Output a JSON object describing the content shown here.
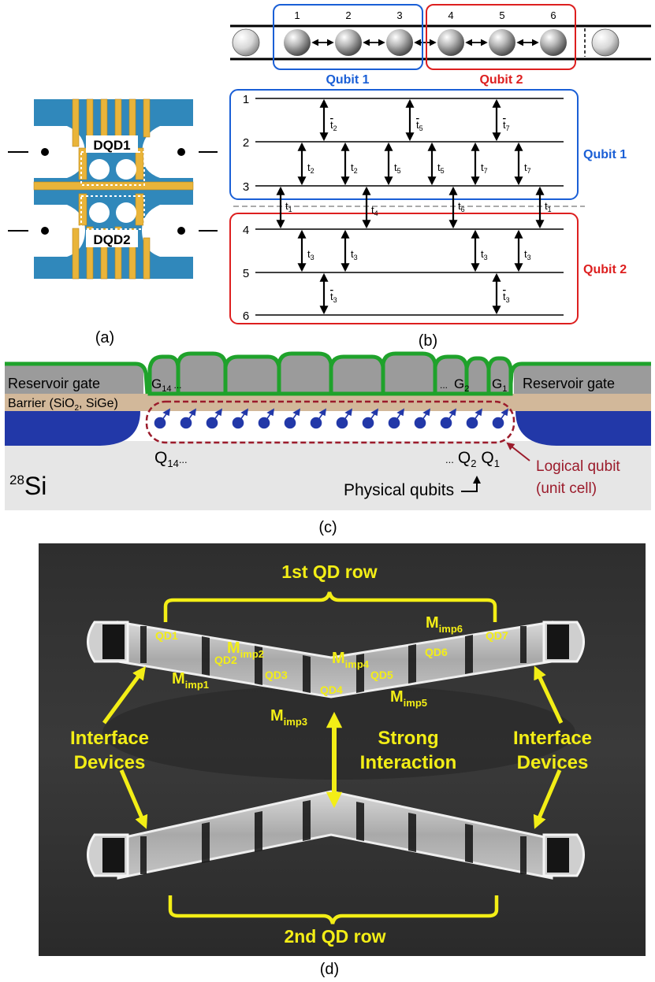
{
  "panel_a": {
    "caption": "(a)",
    "dqd1_label": "DQD1",
    "dqd2_label": "DQD2"
  },
  "panel_b": {
    "caption": "(b)",
    "dot_numbers": [
      "1",
      "2",
      "3",
      "4",
      "5",
      "6"
    ],
    "qubit1_label": "Qubit 1",
    "qubit2_label": "Qubit 2",
    "level_labels": [
      "1",
      "2",
      "3",
      "4",
      "5",
      "6"
    ],
    "tunneling_labels": {
      "t2bar": "t",
      "t2bar_sub": "2",
      "t5bar": "t",
      "t5bar_sub": "5",
      "t7bar": "t",
      "t7bar_sub": "7",
      "t2": "t",
      "t2_sub": "2",
      "t5": "t",
      "t5_sub": "5",
      "t7": "t",
      "t7_sub": "7",
      "t1": "t",
      "t1_sub": "1",
      "t4": "t",
      "t4_sub": "4",
      "t6": "t",
      "t6_sub": "6",
      "t3": "t",
      "t3_sub": "3",
      "t3bar": "t",
      "t3bar_sub": "3"
    },
    "colors": {
      "qubit1": "#1a5fd6",
      "qubit2": "#dd1f1f"
    }
  },
  "panel_c": {
    "caption": "(c)",
    "reservoir_left": "Reservoir gate",
    "reservoir_right": "Reservoir gate",
    "gate_g14": "G",
    "gate_g14_sub": "14",
    "gate_g2": "G",
    "gate_g2_sub": "2",
    "gate_g1": "G",
    "gate_g1_sub": "1",
    "ellipsis": "...",
    "barrier_label": "Barrier (SiO",
    "barrier_sub": "2",
    "barrier_tail": ", SiGe)",
    "q14": "Q",
    "q14_sub": "14",
    "q2": "Q",
    "q2_sub": "2",
    "q1": "Q",
    "q1_sub": "1",
    "si_sup": "28",
    "si_label": "Si",
    "physical_qubits": "Physical qubits",
    "logical_qubit": "Logical qubit",
    "unit_cell": "(unit cell)",
    "colors": {
      "gate": "#1fa22b",
      "substrate": "#2238a8",
      "logical": "#9b1b2b"
    }
  },
  "panel_d": {
    "caption": "(d)",
    "row1_label": "1st QD row",
    "row2_label": "2nd QD row",
    "qd_labels": [
      "QD1",
      "QD2",
      "QD3",
      "QD4",
      "QD5",
      "QD6",
      "QD7"
    ],
    "m_label": "M",
    "m_subs": [
      "imp1",
      "imp2",
      "imp3",
      "imp4",
      "imp5",
      "imp6"
    ],
    "strong_line1": "Strong",
    "strong_line2": "Interaction",
    "interface_line1": "Interface",
    "interface_line2": "Devices",
    "colors": {
      "annotation": "#f3ee16"
    }
  }
}
